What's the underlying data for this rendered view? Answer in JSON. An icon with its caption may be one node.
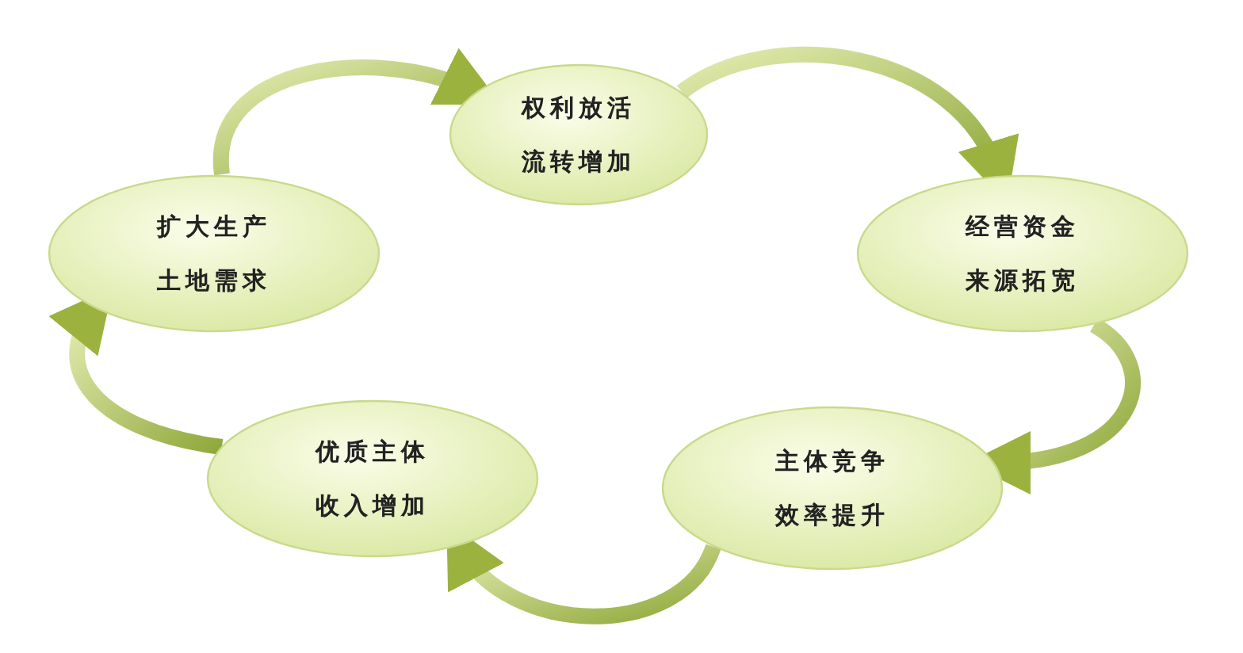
{
  "diagram": {
    "nodes": [
      {
        "text": [
          "权利放活流转增加"
        ]
      },
      {
        "text": [
          "扩大生产土地需求"
        ]
      },
      {
        "text": [
          "经营资金来源拓宽"
        ]
      },
      {
        "text": [
          "优质主体收入增加"
        ]
      },
      {
        "text": [
          "主体竞争效率提升"
        ]
      }
    ],
    "edges": [
      {
        "from": 1,
        "to": 0,
        "arrow": "to"
      },
      {
        "from": 0,
        "to": 2,
        "arrow": "to"
      },
      {
        "from": 2,
        "to": 4,
        "arrow": "to"
      },
      {
        "from": 4,
        "to": 3,
        "arrow": "to"
      },
      {
        "from": 3,
        "to": 1,
        "arrow": "to"
      }
    ]
  }
}
